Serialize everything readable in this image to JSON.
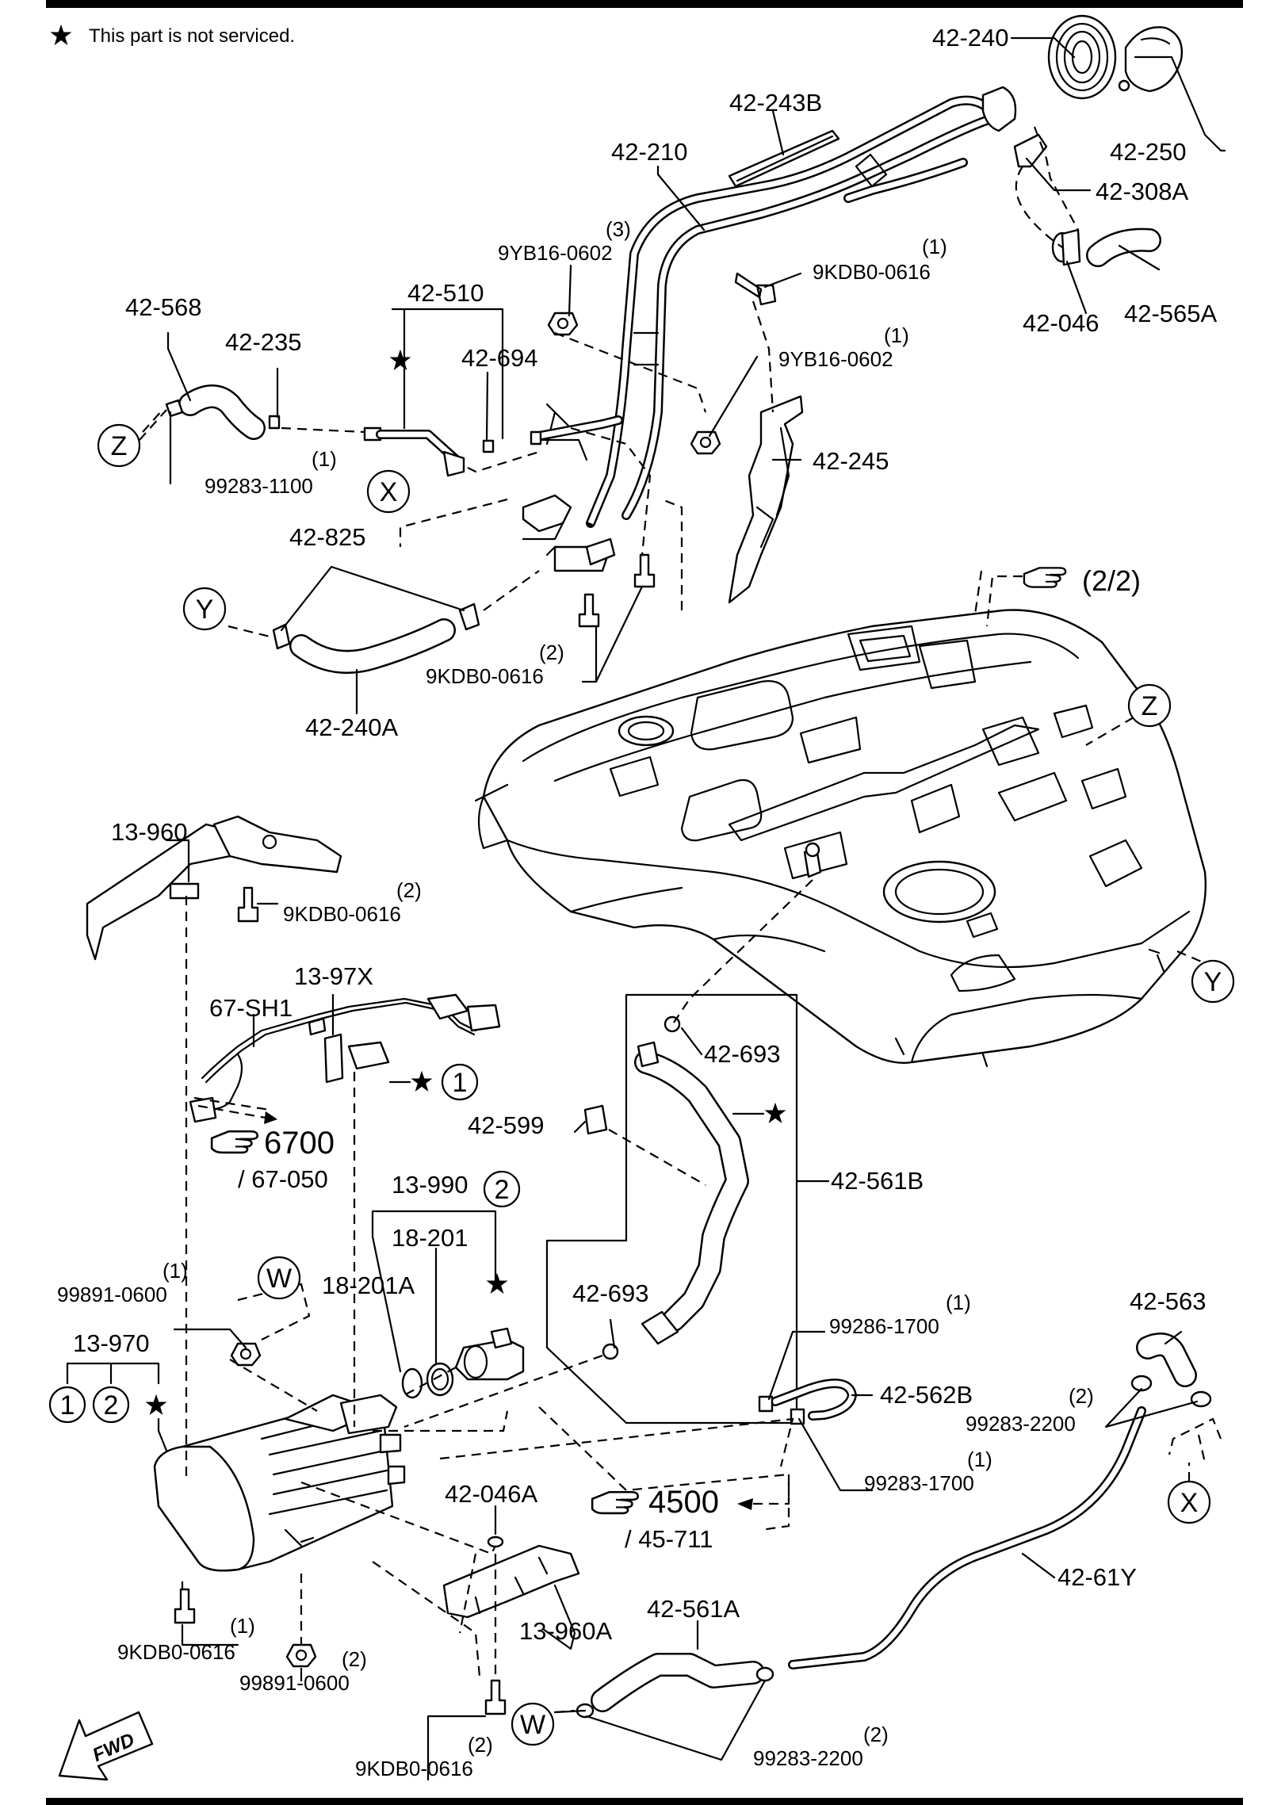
{
  "note": {
    "text": "This part is not serviced."
  },
  "labels": {
    "p42_240": "42-240",
    "p42_243B": "42-243B",
    "p42_210": "42-210",
    "p42_250": "42-250",
    "p42_308A": "42-308A",
    "p9YB16_a": "9YB16-0602",
    "q3": "(3)",
    "p9KDB0_a": "9KDB0-0616",
    "q1a": "(1)",
    "p42_510": "42-510",
    "p42_568": "42-568",
    "p42_235": "42-235",
    "p42_694": "42-694",
    "p42_046": "42-046",
    "p42_565A": "42-565A",
    "p9YB16_b": "9YB16-0602",
    "q1b": "(1)",
    "p42_245": "42-245",
    "p99283_1100": "99283-1100",
    "q1c": "(1)",
    "p42_825": "42-825",
    "p9KDB0_b": "9KDB0-0616",
    "q2a": "(2)",
    "p42_240A": "42-240A",
    "ref22": "(2/2)",
    "p13_960": "13-960",
    "p9KDB0_c": "9KDB0-0616",
    "q2b": "(2)",
    "p13_97X": "13-97X",
    "p67_SH1": "67-SH1",
    "p42_693a": "42-693",
    "p42_599": "42-599",
    "p42_561B": "42-561B",
    "ref6700": "6700",
    "ref67050": "/ 67-050",
    "p13_990": "13-990",
    "p18_201": "18-201",
    "p18_201A": "18-201A",
    "p42_693b": "42-693",
    "p99891_a": "99891-0600",
    "q1d": "(1)",
    "p13_970": "13-970",
    "p99286_1700": "99286-1700",
    "q1e": "(1)",
    "p42_563": "42-563",
    "p42_562B": "42-562B",
    "p99283_2200a": "99283-2200",
    "q2c": "(2)",
    "p99283_1700": "99283-1700",
    "q1f": "(1)",
    "ref4500": "4500",
    "ref45711": "/ 45-711",
    "p42_046A": "42-046A",
    "p13_960A": "13-960A",
    "p42_61Y": "42-61Y",
    "p9KDB0_d": "9KDB0-0616",
    "q1g": "(1)",
    "p99891_b": "99891-0600",
    "q2d": "(2)",
    "p42_561A": "42-561A",
    "p9KDB0_e": "9KDB0-0616",
    "q2e": "(2)",
    "p99283_2200b": "99283-2200",
    "q2f": "(2)",
    "fwd": "FWD"
  },
  "markers": {
    "Z": "Z",
    "X": "X",
    "Y": "Y",
    "W": "W",
    "one": "1",
    "two": "2"
  },
  "icons": [
    "star-icon",
    "pointing-hand-icon",
    "fwd-arrow-icon"
  ]
}
